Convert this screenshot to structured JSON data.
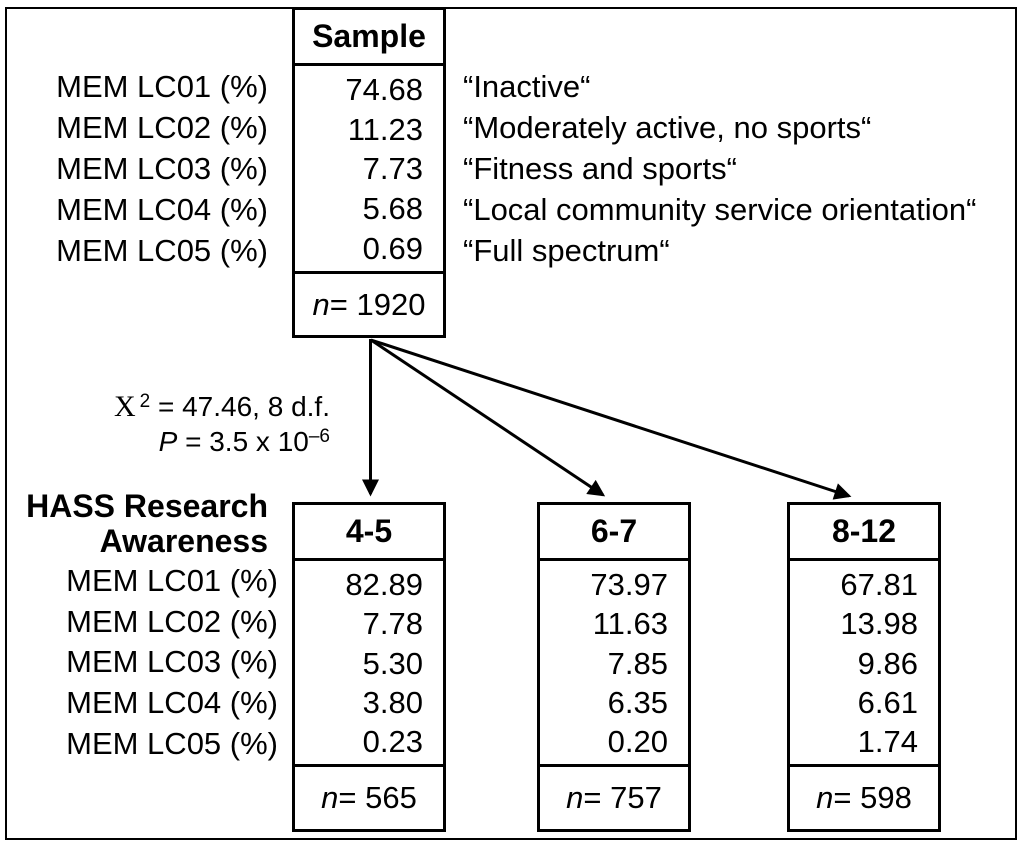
{
  "figure": {
    "row_labels": [
      "MEM LC01 (%)",
      "MEM LC02 (%)",
      "MEM LC03 (%)",
      "MEM LC04 (%)",
      "MEM LC05 (%)"
    ],
    "sample": {
      "header": "Sample",
      "values": [
        "74.68",
        "11.23",
        "7.73",
        "5.68",
        "0.69"
      ],
      "n_symbol": "n",
      "n_value": " = 1920"
    },
    "class_names": [
      "“Inactive“",
      "“Moderately active, no sports“",
      "“Fitness and sports“",
      "“Local community service orientation“",
      "“Full spectrum“"
    ],
    "stats": {
      "chi_symbol": "X",
      "chi_exponent": "2",
      "chi_text": " = 47.46, 8 d.f.",
      "p_symbol": "P",
      "p_text": " = 3.5 x 10",
      "p_exponent": "–6"
    },
    "group_axis_label_line1": "HASS Research",
    "group_axis_label_line2": "Awareness",
    "groups": [
      {
        "header": "4-5",
        "values": [
          "82.89",
          "7.78",
          "5.30",
          "3.80",
          "0.23"
        ],
        "n_symbol": "n",
        "n_value": " = 565"
      },
      {
        "header": "6-7",
        "values": [
          "73.97",
          "11.63",
          "7.85",
          "6.35",
          "0.20"
        ],
        "n_symbol": "n",
        "n_value": " = 757"
      },
      {
        "header": "8-12",
        "values": [
          "67.81",
          "13.98",
          "9.86",
          "6.61",
          "1.74"
        ],
        "n_symbol": "n",
        "n_value": " = 598"
      }
    ],
    "colors": {
      "line": "#000000",
      "background": "#ffffff"
    }
  }
}
